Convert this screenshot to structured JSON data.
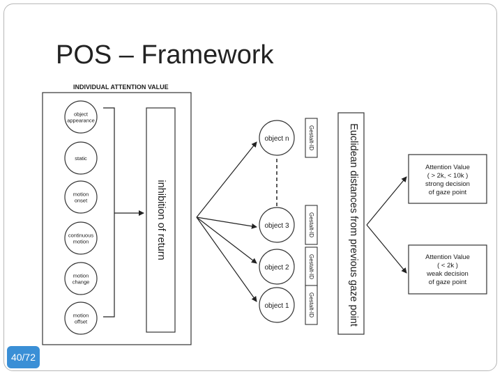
{
  "slide": {
    "title": "POS – Framework",
    "page_number": "40/72"
  },
  "diagram": {
    "panel_heading": "INDIVIDUAL ATTENTION VALUE",
    "features": [
      [
        "object",
        "appearance"
      ],
      [
        "static"
      ],
      [
        "motion",
        "onset"
      ],
      [
        "continuous",
        "motion"
      ],
      [
        "motion",
        "change"
      ],
      [
        "motion",
        "offset"
      ]
    ],
    "inhibition_label": "inhibition of return",
    "objects": [
      "object n",
      "object 3",
      "object 2",
      "object 1"
    ],
    "gestalt_label": "Gestalt-ID",
    "distance_label": "Euclidean distances from previous gaze point",
    "results": [
      [
        "Attention Value",
        "( > 2k, < 10k )",
        "strong decision",
        "of gaze point"
      ],
      [
        "Attention Value",
        "( < 2k )",
        "weak decision",
        "of gaze point"
      ]
    ]
  }
}
